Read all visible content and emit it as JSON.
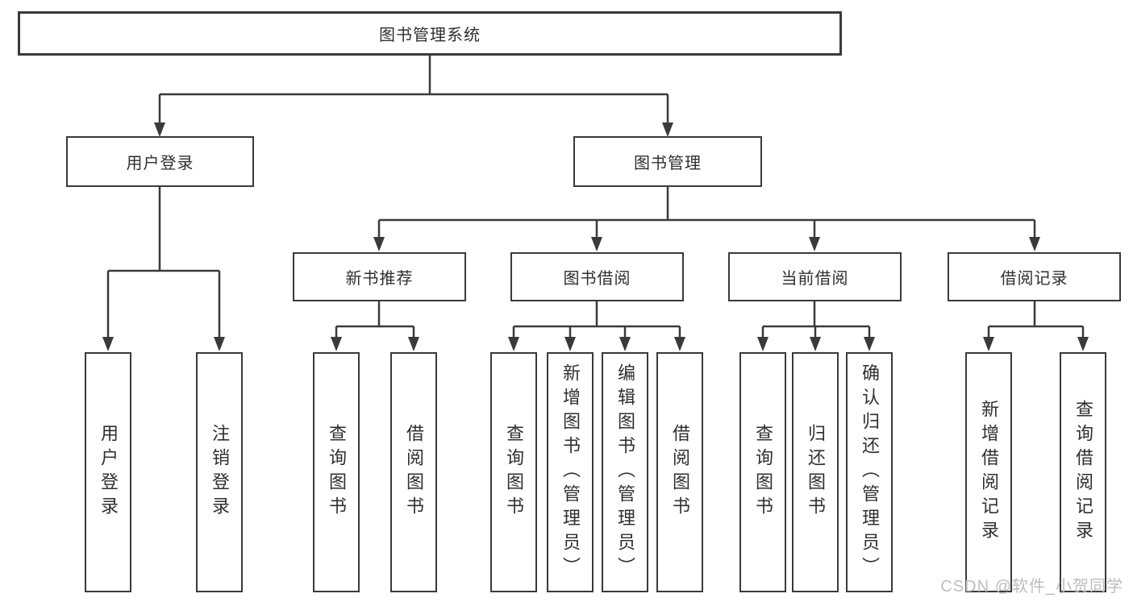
{
  "diagram": {
    "type": "hierarchy-chart",
    "colors": {
      "line": "#3a3a3a",
      "box_border": "#3a3a3a",
      "box_fill": "#ffffff",
      "text": "#2f2f2f",
      "watermark": "#bdbdbd",
      "background": "#ffffff"
    },
    "root": {
      "label": "图书管理系统"
    },
    "branches": [
      {
        "label": "用户登录",
        "leaves": [
          {
            "label": "用户登录"
          },
          {
            "label": "注销登录"
          }
        ]
      },
      {
        "label": "图书管理",
        "groups": [
          {
            "label": "新书推荐",
            "leaves": [
              {
                "label": "查询图书"
              },
              {
                "label": "借阅图书"
              }
            ]
          },
          {
            "label": "图书借阅",
            "leaves": [
              {
                "label": "查询图书"
              },
              {
                "label": "新增图书（管理员）"
              },
              {
                "label": "编辑图书（管理员）"
              },
              {
                "label": "借阅图书"
              }
            ]
          },
          {
            "label": "当前借阅",
            "leaves": [
              {
                "label": "查询图书"
              },
              {
                "label": "归还图书"
              },
              {
                "label": "确认归还（管理员）"
              }
            ]
          },
          {
            "label": "借阅记录",
            "leaves": [
              {
                "label": "新增借阅记录"
              },
              {
                "label": "查询借阅记录"
              }
            ]
          }
        ]
      }
    ],
    "watermark": "CSDN @软件_小贺同学"
  }
}
